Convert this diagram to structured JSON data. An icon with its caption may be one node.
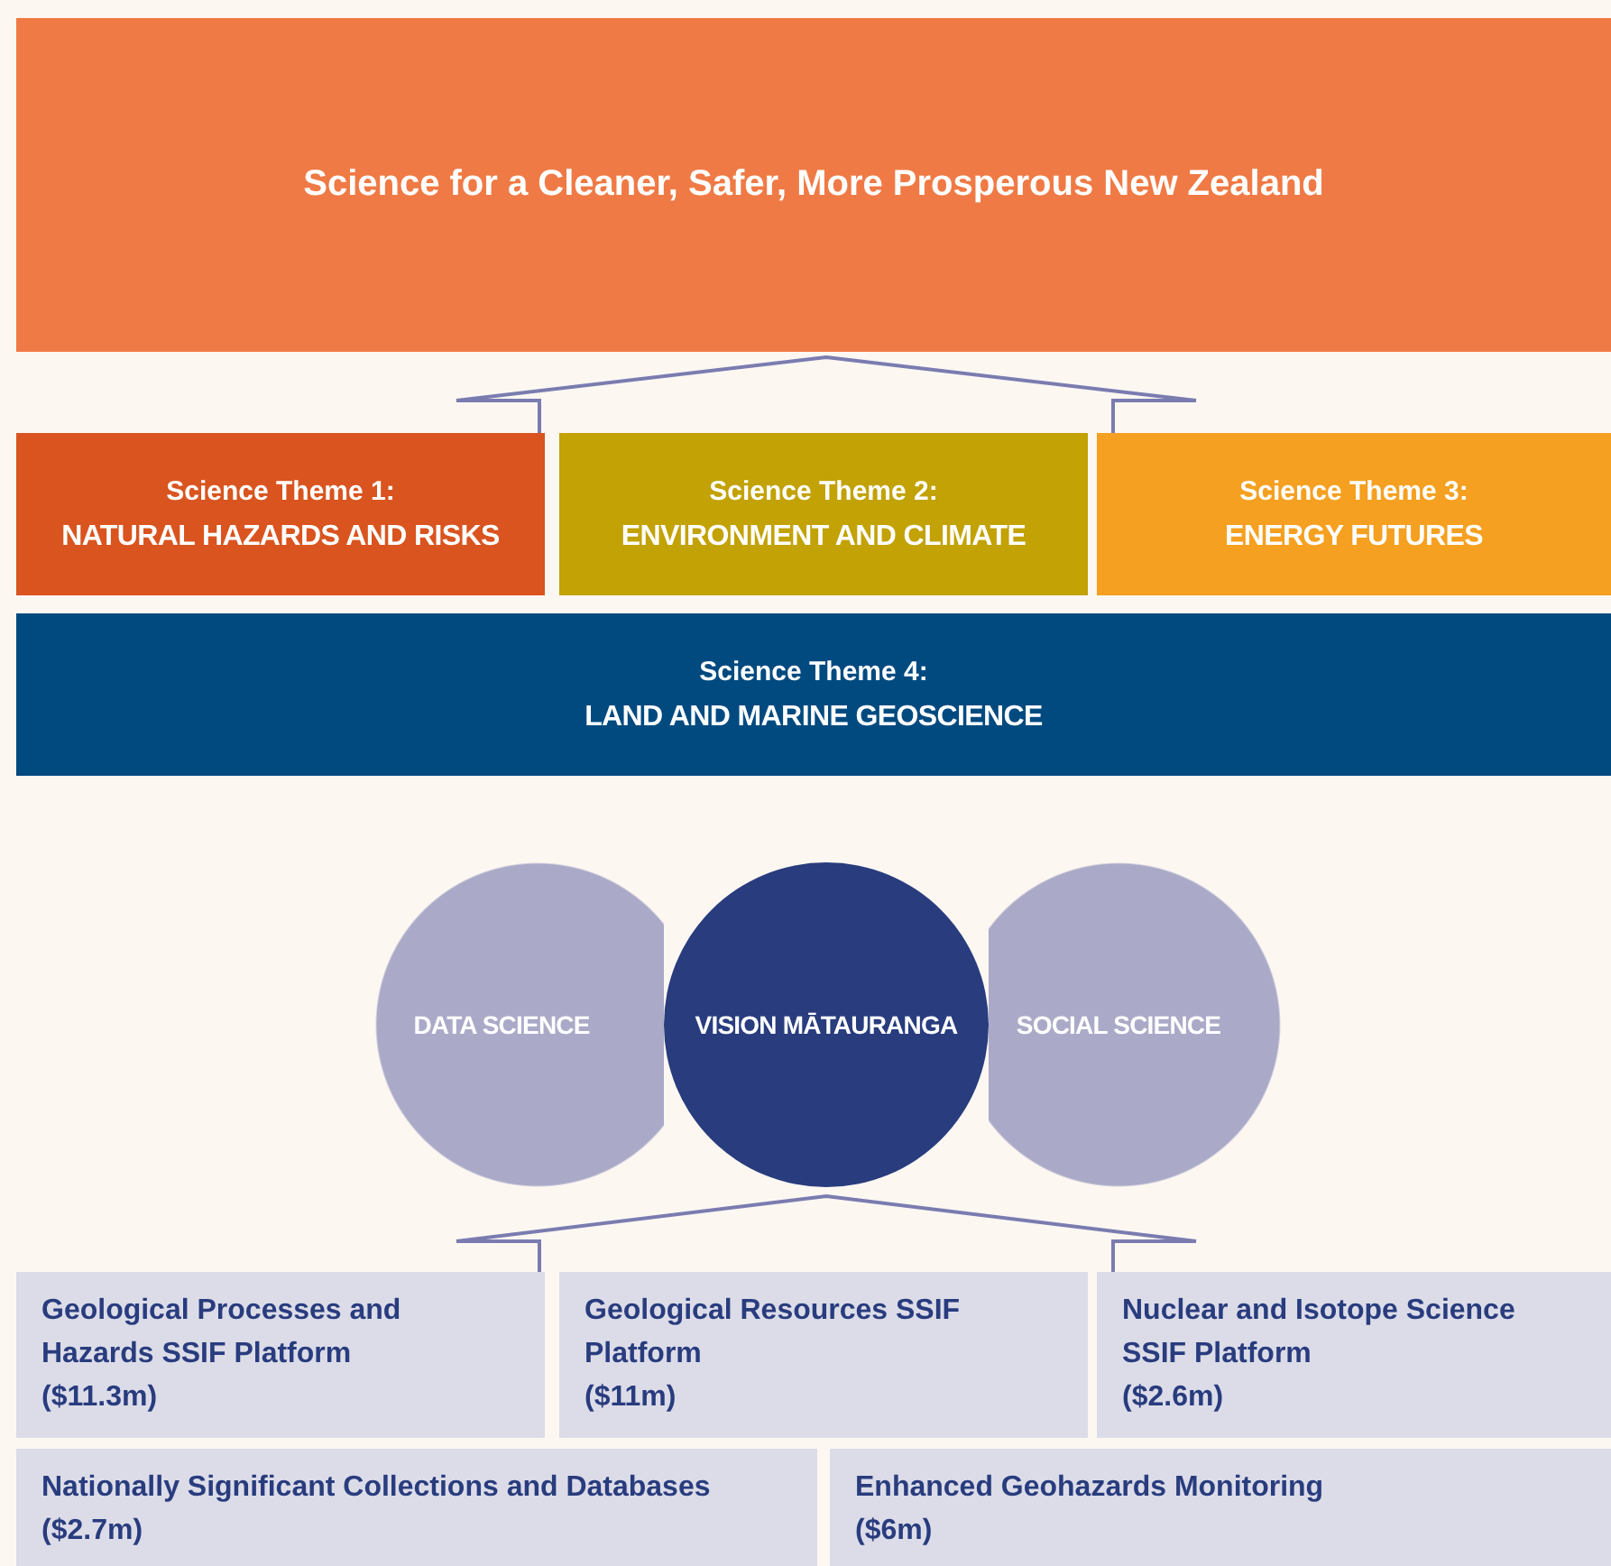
{
  "diagram": {
    "nodes": [
      {
        "text": [
          "Science for a Cleaner, Safer, More Prosperous New Zealand"
        ]
      },
      {
        "text": [
          "Science Theme 1:",
          "NATURAL HAZARDS AND RISKS"
        ]
      },
      {
        "text": [
          "Science Theme 2:",
          "ENVIRONMENT AND CLIMATE"
        ]
      },
      {
        "text": [
          "Science Theme 3:",
          "ENERGY FUTURES"
        ]
      },
      {
        "text": [
          "Science Theme 4:",
          "LAND AND MARINE GEOSCIENCE"
        ]
      },
      {
        "text": [
          "DATA SCIENCE"
        ]
      },
      {
        "text": [
          "VISION MĀTAURANGA"
        ]
      },
      {
        "text": [
          "SOCIAL SCIENCE"
        ]
      },
      {
        "text": [
          "Geological Processes and Hazards SSIF Platform",
          "($11.3m)"
        ]
      },
      {
        "text": [
          "Geological Resources SSIF Platform",
          "($11m)"
        ]
      },
      {
        "text": [
          "Nuclear and Isotope Science SSIF Platform",
          "($2.6m)"
        ]
      },
      {
        "text": [
          "Nationally Significant Collections and Databases",
          "($2.7m)"
        ]
      },
      {
        "text": [
          "Enhanced Geohazards Monitoring",
          "($6m)"
        ]
      }
    ],
    "edges": []
  }
}
